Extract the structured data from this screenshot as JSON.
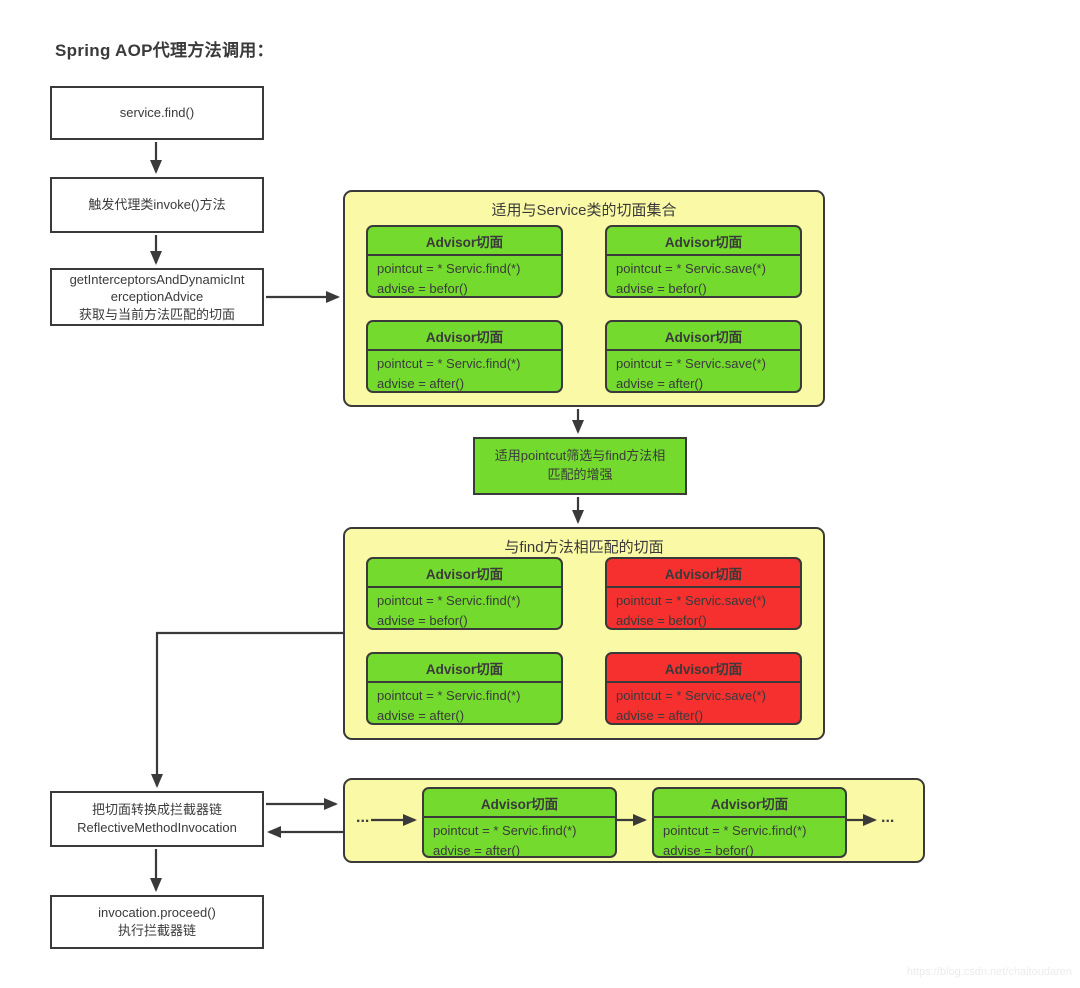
{
  "page": {
    "title": "Spring AOP代理方法调用："
  },
  "colors": {
    "green": "#74db2e",
    "red": "#f62f2f",
    "yellow": "#faf9a5",
    "line": "#3a3a3a",
    "text": "#3a3a3a",
    "white": "#ffffff"
  },
  "flow": {
    "service_find": {
      "label": "service.find()"
    },
    "invoke": {
      "label": "触发代理类invoke()方法"
    },
    "get_interceptors": {
      "lines": [
        "getInterceptorsAndDynamicInt",
        "erceptionAdvice",
        "获取与当前方法匹配的切面"
      ]
    },
    "to_chain": {
      "lines": [
        "把切面转换成拦截器链",
        "ReflectiveMethodInvocation"
      ]
    },
    "proceed": {
      "lines": [
        "invocation.proceed()",
        "执行拦截器链"
      ]
    }
  },
  "filter_box": {
    "lines": [
      "适用pointcut筛选与find方法相",
      "匹配的增强"
    ]
  },
  "groups": {
    "service_set": {
      "title": "适用与Service类的切面集合",
      "cards": [
        {
          "header": "Advisor切面",
          "pointcut": "pointcut = * Servic.find(*)",
          "advise": "advise = befor()",
          "variant": "green"
        },
        {
          "header": "Advisor切面",
          "pointcut": "pointcut = * Servic.save(*)",
          "advise": "advise = befor()",
          "variant": "green"
        },
        {
          "header": "Advisor切面",
          "pointcut": "pointcut = * Servic.find(*)",
          "advise": "advise = after()",
          "variant": "green"
        },
        {
          "header": "Advisor切面",
          "pointcut": "pointcut = * Servic.save(*)",
          "advise": "advise = after()",
          "variant": "green"
        }
      ]
    },
    "find_matched": {
      "title": "与find方法相匹配的切面",
      "cards": [
        {
          "header": "Advisor切面",
          "pointcut": "pointcut = * Servic.find(*)",
          "advise": "advise = befor()",
          "variant": "green"
        },
        {
          "header": "Advisor切面",
          "pointcut": "pointcut = * Servic.save(*)",
          "advise": "advise = befor()",
          "variant": "red"
        },
        {
          "header": "Advisor切面",
          "pointcut": "pointcut = * Servic.find(*)",
          "advise": "advise = after()",
          "variant": "green"
        },
        {
          "header": "Advisor切面",
          "pointcut": "pointcut = * Servic.save(*)",
          "advise": "advise = after()",
          "variant": "red"
        }
      ]
    },
    "chain": {
      "ellipsis_left": "...",
      "ellipsis_right": "...",
      "cards": [
        {
          "header": "Advisor切面",
          "pointcut": "pointcut = * Servic.find(*)",
          "advise": "advise = after()",
          "variant": "green"
        },
        {
          "header": "Advisor切面",
          "pointcut": "pointcut = * Servic.find(*)",
          "advise": "advise = befor()",
          "variant": "green"
        }
      ]
    }
  },
  "watermark": "https://blog.csdn.net/chaitoudaren"
}
